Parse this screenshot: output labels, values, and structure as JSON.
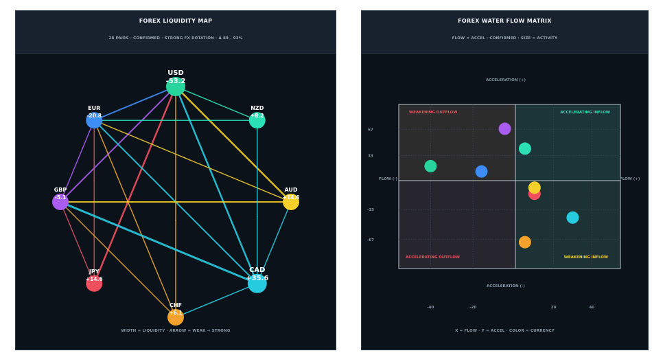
{
  "left_panel": {
    "title": "FOREX LIQUIDITY MAP",
    "subtitle": "28 PAIRS · CONFIRMED · STRONG FX ROTATION · Δ 89 - 93%",
    "footer": "WIDTH = LIQUIDITY · ARROW = WEAK → STRONG"
  },
  "right_panel": {
    "title": "FOREX WATER FLOW MATRIX",
    "subtitle": "FLOW × ACCEL · CONFIRMED · SIZE = ACTIVITY",
    "footer": "X = FLOW · Y = ACCEL · COLOR = CURRENCY"
  },
  "chart_data": [
    {
      "type": "network",
      "nodes": [
        {
          "name": "USD",
          "value": "-53.2",
          "color": "#27d49b"
        },
        {
          "name": "NZD",
          "value": "+8.2",
          "color": "#2be0b4"
        },
        {
          "name": "AUD",
          "value": "+14.6",
          "color": "#f5cf2a"
        },
        {
          "name": "CAD",
          "value": "+35.6",
          "color": "#27cbe0"
        },
        {
          "name": "CHF",
          "value": "+6.1",
          "color": "#f5a22c"
        },
        {
          "name": "JPY",
          "value": "+14.6",
          "color": "#f0505e"
        },
        {
          "name": "GBP",
          "value": "-5.1",
          "color": "#a85cf0"
        },
        {
          "name": "EUR",
          "value": "-20.8",
          "color": "#3d8df5"
        }
      ],
      "edges": [
        {
          "from": "USD",
          "to": "EUR",
          "color": "#3d8df5",
          "width": 2
        },
        {
          "from": "USD",
          "to": "NZD",
          "color": "#2be0b4",
          "width": 1.5
        },
        {
          "from": "USD",
          "to": "AUD",
          "color": "#f5cf2a",
          "width": 2.5
        },
        {
          "from": "USD",
          "to": "CAD",
          "color": "#27cbe0",
          "width": 2.5
        },
        {
          "from": "USD",
          "to": "CHF",
          "color": "#e8a52e",
          "width": 1.5
        },
        {
          "from": "USD",
          "to": "JPY",
          "color": "#f0505e",
          "width": 2.5
        },
        {
          "from": "USD",
          "to": "GBP",
          "color": "#a85cf0",
          "width": 2
        },
        {
          "from": "EUR",
          "to": "NZD",
          "color": "#2be0b4",
          "width": 1.5
        },
        {
          "from": "EUR",
          "to": "AUD",
          "color": "#e8c52e",
          "width": 1.5
        },
        {
          "from": "EUR",
          "to": "CAD",
          "color": "#27cbe0",
          "width": 2
        },
        {
          "from": "EUR",
          "to": "CHF",
          "color": "#e8a52e",
          "width": 1.5
        },
        {
          "from": "EUR",
          "to": "JPY",
          "color": "#d05060",
          "width": 1.5
        },
        {
          "from": "EUR",
          "to": "GBP",
          "color": "#a85cf0",
          "width": 1.5
        },
        {
          "from": "GBP",
          "to": "AUD",
          "color": "#f5cf2a",
          "width": 2
        },
        {
          "from": "GBP",
          "to": "CAD",
          "color": "#27cbe0",
          "width": 3
        },
        {
          "from": "GBP",
          "to": "CHF",
          "color": "#e8a52e",
          "width": 1.5
        },
        {
          "from": "GBP",
          "to": "JPY",
          "color": "#d05060",
          "width": 1.5
        },
        {
          "from": "NZD",
          "to": "CAD",
          "color": "#27cbe0",
          "width": 1.5
        },
        {
          "from": "AUD",
          "to": "CAD",
          "color": "#27cbe0",
          "width": 1.5
        },
        {
          "from": "CHF",
          "to": "CAD",
          "color": "#27cbe0",
          "width": 1.5
        }
      ]
    },
    {
      "type": "scatter",
      "xlabel_left": "FLOW (-)",
      "xlabel_right": "FLOW (+)",
      "ylabel_top": "ACCELERATION (+)",
      "ylabel_bottom": "ACCELERATION (-)",
      "xlim": [
        -55,
        55
      ],
      "ylim": [
        -100,
        100
      ],
      "x_ticks": [
        -40,
        -20,
        20,
        40
      ],
      "y_ticks": [
        67,
        33,
        -33,
        -67
      ],
      "quadrants": [
        {
          "label": "WEAKENING OUTFLOW",
          "color": "#f0505e"
        },
        {
          "label": "ACCELERATING INFLOW",
          "color": "#2be0b4"
        },
        {
          "label": "ACCELERATING OUTFLOW",
          "color": "#f0505e"
        },
        {
          "label": "WEAKENING INFLOW",
          "color": "#f5cf2a"
        }
      ],
      "points": [
        {
          "x": -5,
          "y": 68,
          "color": "#a85cf0"
        },
        {
          "x": 5,
          "y": 42,
          "color": "#2be0b4"
        },
        {
          "x": -40,
          "y": 19,
          "color": "#27d49b"
        },
        {
          "x": -16,
          "y": 12,
          "color": "#3d8df5"
        },
        {
          "x": 10,
          "y": -15,
          "color": "#f0505e"
        },
        {
          "x": 10,
          "y": -8,
          "color": "#f5cf2a"
        },
        {
          "x": 30,
          "y": -42,
          "color": "#27cbe0"
        },
        {
          "x": 5,
          "y": -70,
          "color": "#f5a22c"
        }
      ]
    }
  ]
}
